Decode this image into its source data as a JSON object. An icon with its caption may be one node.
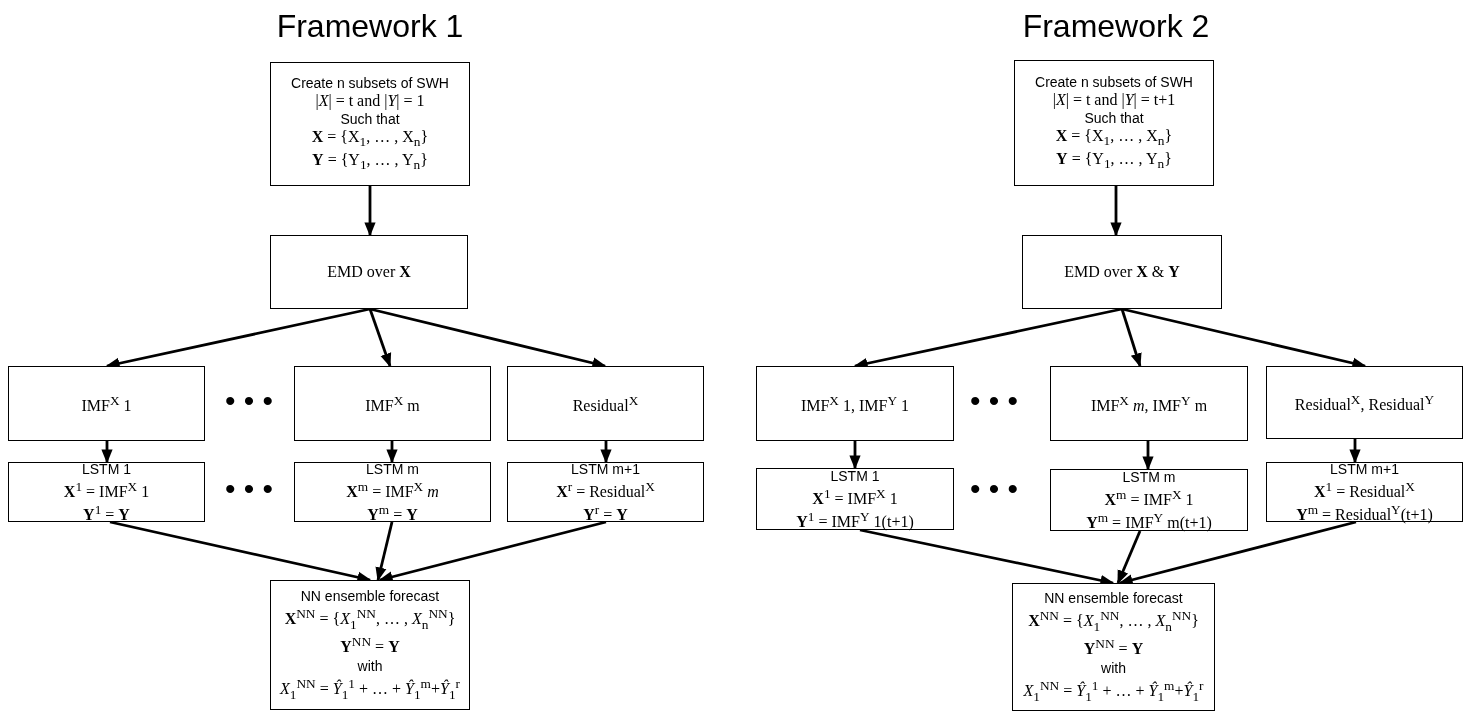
{
  "diagram": {
    "nodes": [
      {
        "text": [
          "Create n subsets of SWH",
          "|*X*| = t  and |*Y*| = 1",
          "Such that",
          "**X** = {X$_{1}$, … , X$_{n}$}",
          "**Y** = {Y$_{1}$, … , Y$_{n}$}"
        ]
      },
      {
        "text": [
          "EMD over **X**"
        ]
      },
      {
        "text": [
          "IMF$^{X}$ 1"
        ]
      },
      {
        "text": [
          "IMF$^{X}$ m"
        ]
      },
      {
        "text": [
          "Residual$^{X}$"
        ]
      },
      {
        "text": [
          "LSTM 1",
          "**X**$^{1}$ = IMF$^{X}$ 1",
          "**Y**$^{1}$ = **Y**"
        ]
      },
      {
        "text": [
          "LSTM m",
          "**X**$^{m}$ = IMF$^{X}$ *m*",
          "**Y**$^{m}$ = **Y**"
        ]
      },
      {
        "text": [
          "LSTM m+1",
          "**X**$^{r}$ = Residual$^{X}$",
          "**Y**$^{r}$ = **Y**"
        ]
      },
      {
        "text": [
          "NN ensemble forecast",
          "**X**$^{NN}$ = {*X*$_{1}$$^{NN}$, … , *X*$_{n}$$^{NN}$}",
          "**Y**$^{NN}$ = **Y**",
          "with",
          "*X*$_{1}$$^{NN}$ = *Ŷ*$_{1}$$^{1}$ +  … + *Ŷ*$_{1}$$^{m}$+*Ŷ*$_{1}$$^{r}$"
        ]
      },
      {
        "text": [
          "Create n subsets of SWH",
          "|*X*| = t  and |*Y*| = t+1",
          "Such that",
          "**X** = {X$_{1}$, … , X$_{n}$}",
          "**Y** = {Y$_{1}$, … , Y$_{n}$}"
        ]
      },
      {
        "text": [
          "EMD over **X** & **Y**"
        ]
      },
      {
        "text": [
          "IMF$^{X}$ 1, IMF$^{Y}$ 1"
        ]
      },
      {
        "text": [
          "IMF$^{X}$ *m*, IMF$^{Y}$ m"
        ]
      },
      {
        "text": [
          "Residual$^{X}$, Residual$^{Y}$"
        ]
      },
      {
        "text": [
          "LSTM 1",
          "**X**$^{1}$ = IMF$^{X}$ 1",
          "**Y**$^{1}$ = IMF$^{Y}$ 1(t+1)"
        ]
      },
      {
        "text": [
          "LSTM m",
          "**X**$^{m}$ = IMF$^{X}$ 1",
          "**Y**$^{m}$ = IMF$^{Y}$ m(t+1)"
        ]
      },
      {
        "text": [
          "LSTM m+1",
          "**X**$^{1}$ = Residual$^{X}$",
          "**Y**$^{m}$ = Residual$^{Y}$(t+1)"
        ]
      },
      {
        "text": [
          "NN ensemble forecast",
          "**X**$^{NN}$ = {*X*$_{1}$$^{NN}$, … , *X*$_{n}$$^{NN}$}",
          "**Y**$^{NN}$ = **Y**",
          "with",
          "*X*$_{1}$$^{NN}$ = *Ŷ*$_{1}$$^{1}$ +  … + *Ŷ*$_{1}$$^{m}$+*Ŷ*$_{1}$$^{r}$"
        ]
      }
    ],
    "edges": [
      {
        "from": 0,
        "to": 1,
        "arrow": "to"
      },
      {
        "from": 1,
        "to": 2,
        "arrow": "to"
      },
      {
        "from": 1,
        "to": 3,
        "arrow": "to"
      },
      {
        "from": 1,
        "to": 4,
        "arrow": "to"
      },
      {
        "from": 2,
        "to": 5,
        "arrow": "to"
      },
      {
        "from": 3,
        "to": 6,
        "arrow": "to"
      },
      {
        "from": 4,
        "to": 7,
        "arrow": "to"
      },
      {
        "from": 5,
        "to": 8,
        "arrow": "to"
      },
      {
        "from": 6,
        "to": 8,
        "arrow": "to"
      },
      {
        "from": 7,
        "to": 8,
        "arrow": "to"
      },
      {
        "from": 9,
        "to": 10,
        "arrow": "to"
      },
      {
        "from": 10,
        "to": 11,
        "arrow": "to"
      },
      {
        "from": 10,
        "to": 12,
        "arrow": "to"
      },
      {
        "from": 10,
        "to": 13,
        "arrow": "to"
      },
      {
        "from": 11,
        "to": 14,
        "arrow": "to"
      },
      {
        "from": 12,
        "to": 15,
        "arrow": "to"
      },
      {
        "from": 13,
        "to": 16,
        "arrow": "to"
      },
      {
        "from": 14,
        "to": 17,
        "arrow": "to"
      },
      {
        "from": 15,
        "to": 17,
        "arrow": "to"
      },
      {
        "from": 16,
        "to": 17,
        "arrow": "to"
      }
    ],
    "labels": [
      "Framework 1",
      "Framework 2",
      "• • •",
      "• • •",
      "• • •",
      "• • •"
    ]
  }
}
